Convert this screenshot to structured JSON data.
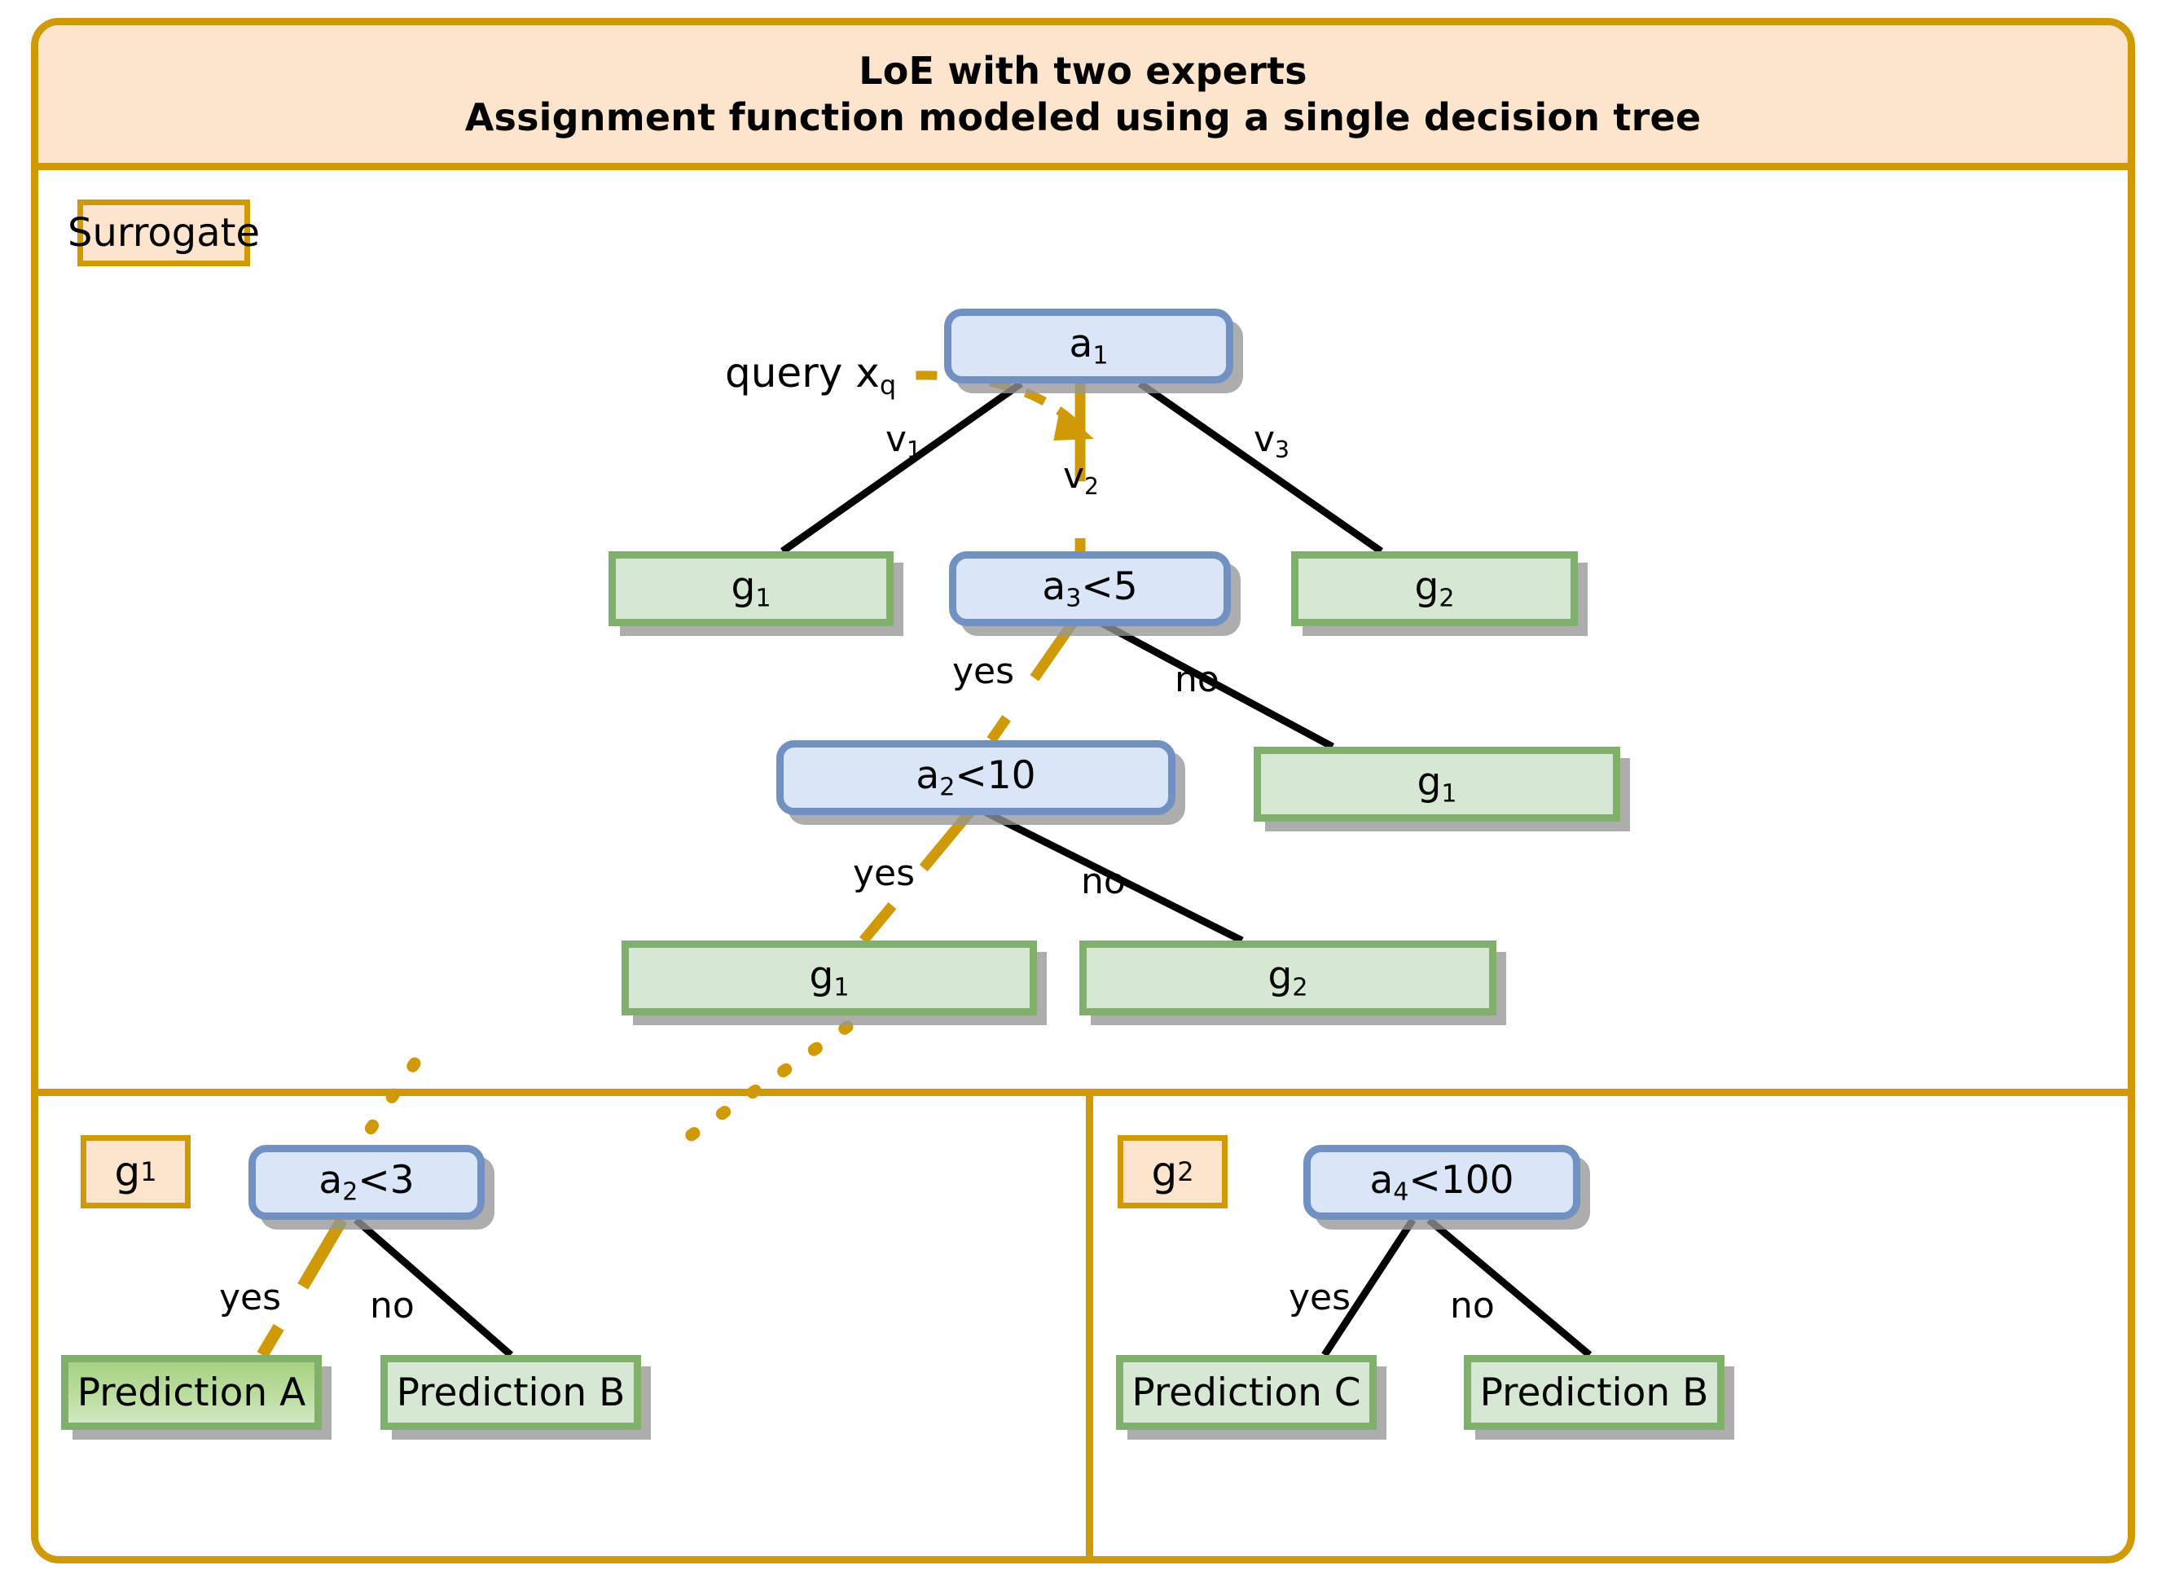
{
  "header": {
    "line1": "LoE with two experts",
    "line2": "Assignment function modeled using a single decision tree"
  },
  "colors": {
    "frame_border": "#cf9a06",
    "header_fill": "#fde4cd",
    "decision_fill": "#dae6f8",
    "decision_border": "#7191c2",
    "leaf_fill": "#d6e7d3",
    "leaf_border": "#80b06c",
    "leaf_active_fill": "#a6d283",
    "highlight_path": "#cf9a06",
    "edge": "#000000",
    "shadow": "#969696"
  },
  "surrogate": {
    "tag": "Surrogate",
    "query_label": "query x",
    "query_sub": "q",
    "nodes": {
      "root": {
        "label": "a",
        "sub": "1",
        "suffix": ""
      },
      "mid_decision": {
        "label": "a",
        "sub": "3",
        "suffix": "<5"
      },
      "low_decision": {
        "label": "a",
        "sub": "2",
        "suffix": "<10"
      },
      "leaf_left_g1": {
        "label": "g",
        "sub": "1"
      },
      "leaf_right_g2": {
        "label": "g",
        "sub": "2"
      },
      "leaf_no_g1": {
        "label": "g",
        "sub": "1"
      },
      "leaf_yes_g1": {
        "label": "g",
        "sub": "1"
      },
      "leaf_no_g2": {
        "label": "g",
        "sub": "2"
      }
    },
    "edge_labels": {
      "v1": "v",
      "v1_sub": "1",
      "v2": "v",
      "v2_sub": "2",
      "v3": "v",
      "v3_sub": "3",
      "yes_a3": "yes",
      "no_a3": "no",
      "yes_a2": "yes",
      "no_a2": "no"
    }
  },
  "expert_g1": {
    "tag": "g",
    "tag_sub": "1",
    "root": {
      "label": "a",
      "sub": "2",
      "suffix": "<3"
    },
    "edge_yes": "yes",
    "edge_no": "no",
    "leaf_yes": "Prediction A",
    "leaf_no": "Prediction B"
  },
  "expert_g2": {
    "tag": "g",
    "tag_sub": "2",
    "root": {
      "label": "a",
      "sub": "4",
      "suffix": "<100"
    },
    "edge_yes": "yes",
    "edge_no": "no",
    "leaf_yes": "Prediction C",
    "leaf_no": "Prediction B"
  }
}
